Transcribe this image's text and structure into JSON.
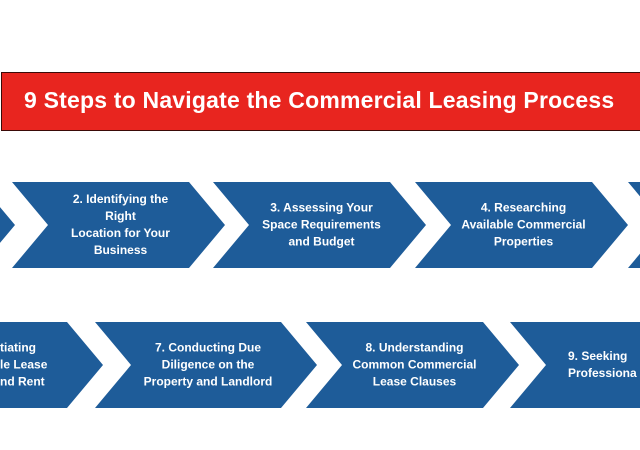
{
  "title": "9 Steps to Navigate the Commercial Leasing Process",
  "colors": {
    "banner": "#e8251f",
    "step_fill": "#1e5c99",
    "text": "#ffffff"
  },
  "row1": [
    {
      "label": ""
    },
    {
      "label": "2. Identifying the Right\nLocation for Your\nBusiness"
    },
    {
      "label": "3. Assessing Your\nSpace Requirements\nand Budget"
    },
    {
      "label": "4. Researching\nAvailable Commercial\nProperties"
    },
    {
      "label": ""
    }
  ],
  "row2": [
    {
      "label": "tiating\nle Lease\nnd Rent"
    },
    {
      "label": "7. Conducting Due\nDiligence on the\nProperty and Landlord"
    },
    {
      "label": "8. Understanding\nCommon Commercial\nLease Clauses"
    },
    {
      "label": "9. Seeking\nProfessiona"
    }
  ]
}
